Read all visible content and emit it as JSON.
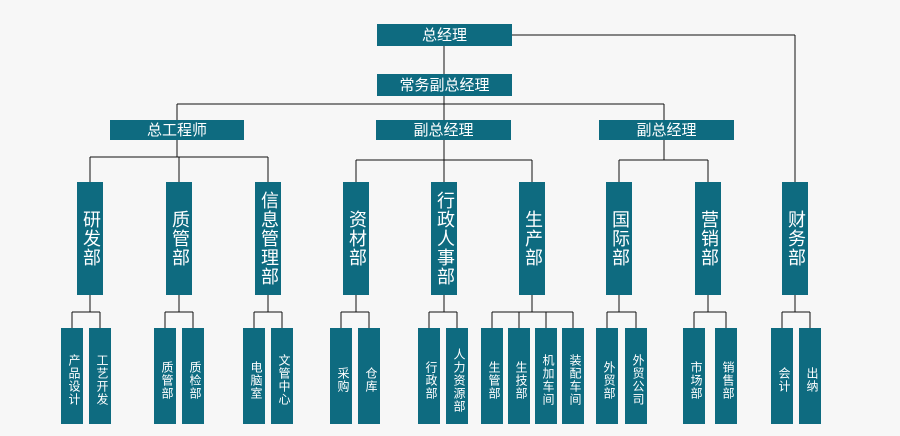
{
  "top": {
    "gm": "总经理",
    "executive_deputy": "常务副总经理"
  },
  "second_level": [
    "总工程师",
    "副总经理",
    "副总经理"
  ],
  "departments": [
    "研发部",
    "质管部",
    "信息管理部",
    "资材部",
    "行政人事部",
    "生产部",
    "国际部",
    "营销部",
    "财务部"
  ],
  "subunits": [
    [
      "产品设计",
      "工艺开发"
    ],
    [
      "质管部",
      "质检部"
    ],
    [
      "电脑室",
      "文管中心"
    ],
    [
      "采购",
      "仓库"
    ],
    [
      "行政部",
      "人力资源部"
    ],
    [
      "生管部",
      "生技部",
      "机加车间",
      "装配车间"
    ],
    [
      "外贸部",
      "外贸公司"
    ],
    [
      "市场部",
      "销售部"
    ],
    [
      "会计",
      "出纳"
    ]
  ],
  "colors": {
    "box": "#0e6b80",
    "text": "#ffffff",
    "line": "#111111",
    "background": "#f7f7f7"
  }
}
